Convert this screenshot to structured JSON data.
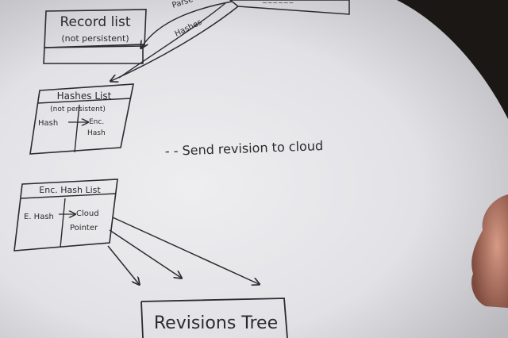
{
  "record_box": {
    "title": "Record list",
    "subtitle": "(not persistent)"
  },
  "top_labels": {
    "arrow_label_1": "Parse",
    "arrow_label_2": "Hashes"
  },
  "hashes_box": {
    "title": "Hashes List",
    "subtitle": "(not persistent)",
    "left_cell": "Hash",
    "right_cell_line1": "Enc.",
    "right_cell_line2": "Hash"
  },
  "enc_box": {
    "title": "Enc. Hash List",
    "left_cell": "E. Hash",
    "right_cell_line1": "Cloud",
    "right_cell_line2": "Pointer"
  },
  "note": "- - Send revision to cloud",
  "revisions_box": {
    "title": "Revisions Tree"
  }
}
